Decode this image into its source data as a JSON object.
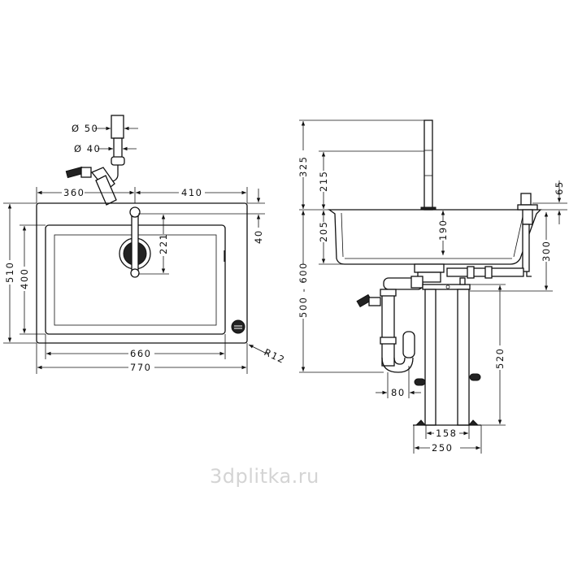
{
  "top_view": {
    "pipe_diameters": {
      "outer": "Ø 50",
      "inner": "Ø 40"
    },
    "dims": {
      "faucet_from_left": "360",
      "faucet_from_right": "410",
      "total_width": "770",
      "bowl_width": "660",
      "total_depth": "510",
      "bowl_depth": "400",
      "faucet_reach": "221",
      "faucet_setback": "40",
      "corner_radius": "R12"
    }
  },
  "side_view": {
    "dims": {
      "faucet_height": "325",
      "spout_height": "215",
      "bowl_depth_outer": "205",
      "bowl_depth_inner": "190",
      "mount_height_range": "500 - 600",
      "dispenser_height": "65",
      "dispenser_depth": "300",
      "stand_height": "520",
      "trap_offset": "80",
      "stand_inner_width": "158",
      "stand_base_width": "250"
    }
  },
  "watermark": "3dplitka.ru"
}
